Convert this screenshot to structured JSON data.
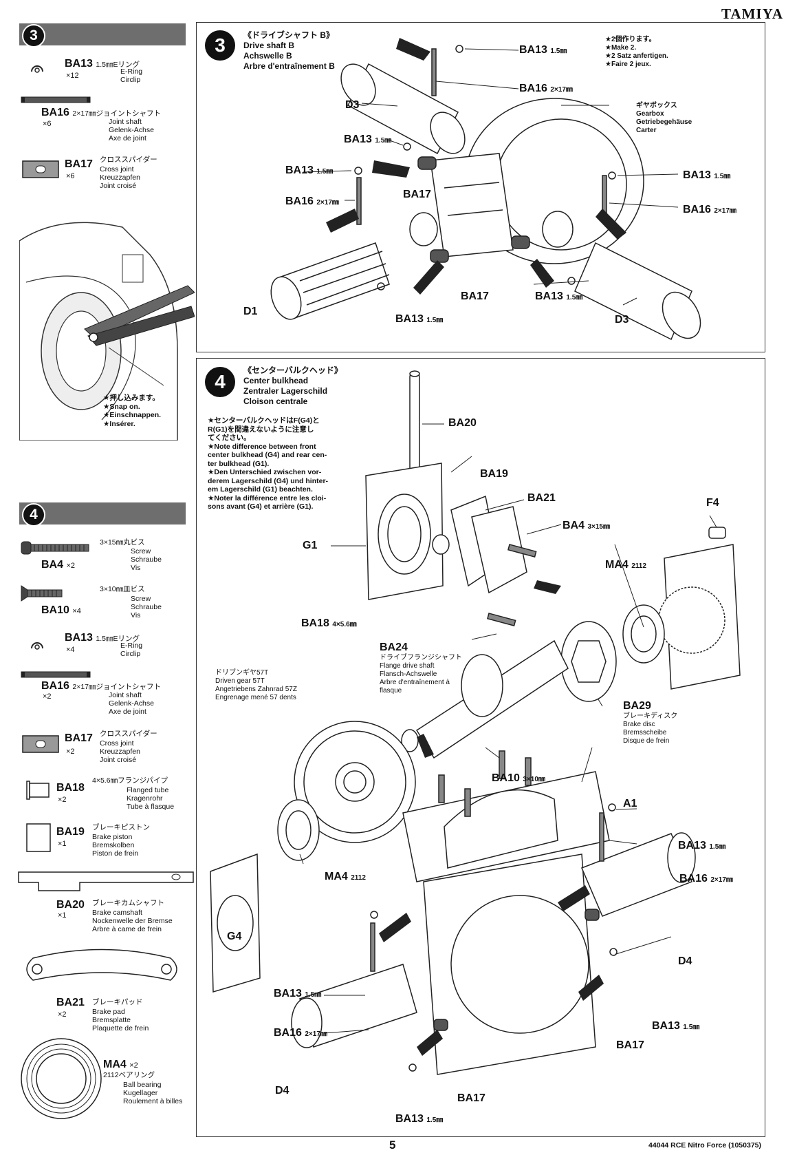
{
  "brand": "TAMIYA",
  "sidebar": {
    "step3": {
      "num": "3",
      "parts": [
        {
          "code": "BA13",
          "qty": "×12",
          "spec": "1.5㎜Eリング",
          "desc": [
            "E-Ring",
            "Circlip"
          ]
        },
        {
          "code": "BA16",
          "qty": "×6",
          "spec": "2×17㎜ジョイントシャフト",
          "desc": [
            "Joint shaft",
            "Gelenk-Achse",
            "Axe de joint"
          ]
        },
        {
          "code": "BA17",
          "qty": "×6",
          "spec": "クロススパイダー",
          "desc": [
            "Cross joint",
            "Kreuzzapfen",
            "Joint croisé"
          ]
        }
      ],
      "snap_note": [
        "★押し込みます。",
        "★Snap on.",
        "★Einschnappen.",
        "★Insérer."
      ]
    },
    "step4": {
      "num": "4",
      "parts": [
        {
          "code": "BA4",
          "qty": "×2",
          "spec": "3×15㎜丸ビス",
          "desc": [
            "Screw",
            "Schraube",
            "Vis"
          ]
        },
        {
          "code": "BA10",
          "qty": "×4",
          "spec": "3×10㎜皿ビス",
          "desc": [
            "Screw",
            "Schraube",
            "Vis"
          ]
        },
        {
          "code": "BA13",
          "qty": "×4",
          "spec": "1.5㎜Eリング",
          "desc": [
            "E-Ring",
            "Circlip"
          ]
        },
        {
          "code": "BA16",
          "qty": "×2",
          "spec": "2×17㎜ジョイントシャフト",
          "desc": [
            "Joint shaft",
            "Gelenk-Achse",
            "Axe de joint"
          ]
        },
        {
          "code": "BA17",
          "qty": "×2",
          "spec": "クロススパイダー",
          "desc": [
            "Cross joint",
            "Kreuzzapfen",
            "Joint croisé"
          ]
        },
        {
          "code": "BA18",
          "qty": "×2",
          "spec": "4×5.6㎜フランジパイプ",
          "desc": [
            "Flanged tube",
            "Kragenrohr",
            "Tube à flasque"
          ]
        },
        {
          "code": "BA19",
          "qty": "×1",
          "spec": "ブレーキピストン",
          "desc": [
            "Brake piston",
            "Bremskolben",
            "Piston de frein"
          ]
        },
        {
          "code": "BA20",
          "qty": "×1",
          "spec": "ブレーキカムシャフト",
          "desc": [
            "Brake camshaft",
            "Nockenwelle der Bremse",
            "Arbre à came de frein"
          ]
        },
        {
          "code": "BA21",
          "qty": "×2",
          "spec": "ブレーキパッド",
          "desc": [
            "Brake pad",
            "Bremsplatte",
            "Plaquette de frein"
          ]
        },
        {
          "code": "MA4",
          "qty": "×2",
          "spec": "2112ベアリング",
          "desc": [
            "Ball bearing",
            "Kugellager",
            "Roulement à billes"
          ]
        }
      ]
    }
  },
  "panel3": {
    "num": "3",
    "title": [
      "《ドライブシャフト B》",
      "Drive shaft B",
      "Achswelle B",
      "Arbre d'entraînement B"
    ],
    "make2": [
      "★2個作ります。",
      "★Make 2.",
      "★2 Satz anfertigen.",
      "★Faire 2 jeux."
    ],
    "gearbox": [
      "ギヤボックス",
      "Gearbox",
      "Getriebegehäuse",
      "Carter"
    ],
    "labels": {
      "ba13_top": "BA13",
      "ba13_top_s": "1.5㎜",
      "ba16_top": "BA16",
      "ba16_top_s": "2×17㎜",
      "d3_top": "D3",
      "ba13_mid": "BA13",
      "ba13_mid_s": "1.5㎜",
      "ba13_left": "BA13",
      "ba13_left_s": "1.5㎜",
      "ba16_left": "BA16",
      "ba16_left_s": "2×17㎜",
      "ba17_a": "BA17",
      "ba13_right": "BA13",
      "ba13_right_s": "1.5㎜",
      "ba16_right": "BA16",
      "ba16_right_s": "2×17㎜",
      "d1": "D1",
      "ba17_b": "BA17",
      "ba13_bot": "BA13",
      "ba13_bot_s": "1.5㎜",
      "ba13_br": "BA13",
      "ba13_br_s": "1.5㎜",
      "d3_bot": "D3"
    }
  },
  "panel4": {
    "num": "4",
    "title": [
      "《センターバルクヘッド》",
      "Center bulkhead",
      "Zentraler Lagerschild",
      "Cloison centrale"
    ],
    "notes": [
      "★センターバルクヘッドはF(G4)と",
      "R(G1)を間違えないように注意し",
      "てください。",
      "★Note difference between front",
      "center bulkhead (G4) and rear cen-",
      "ter bulkhead (G1).",
      "★Den Unterschied zwischen vor-",
      "derem Lagerschild (G4) und hinter-",
      "em Lagerschild (G1) beachten.",
      "★Noter la différence entre les cloi-",
      "sons avant (G4) et arrière (G1)."
    ],
    "driven_gear": [
      "ドリブンギヤ57T",
      "Driven gear 57T",
      "Angetriebens Zahnrad 57Z",
      "Engrenage mené 57 dents"
    ],
    "ba24": {
      "code": "BA24",
      "desc": [
        "ドライブフランジシャフト",
        "Flange drive shaft",
        "Flansch-Achswelle",
        "Arbre d'entraînement à",
        "flasque"
      ]
    },
    "ba29": {
      "code": "BA29",
      "desc": [
        "ブレーキディスク",
        "Brake disc",
        "Bremsscheibe",
        "Disque de frein"
      ]
    },
    "labels": {
      "ba20": "BA20",
      "ba19": "BA19",
      "ba21": "BA21",
      "ba4": "BA4",
      "ba4_s": "3×15㎜",
      "f4": "F4",
      "ma4_a": "MA4",
      "ma4_a_s": "2112",
      "g1": "G1",
      "ba18": "BA18",
      "ba18_s": "4×5.6㎜",
      "ba10": "BA10",
      "ba10_s": "3×10㎜",
      "a1": "A1",
      "ma4_b": "MA4",
      "ma4_b_s": "2112",
      "g4": "G4",
      "ba13_r": "BA13",
      "ba13_r_s": "1.5㎜",
      "ba16_r": "BA16",
      "ba16_r_s": "2×17㎜",
      "d4_r": "D4",
      "ba13_l": "BA13",
      "ba13_l_s": "1.5㎜",
      "ba16_l": "BA16",
      "ba16_l_s": "2×17㎜",
      "ba13_rb": "BA13",
      "ba13_rb_s": "1.5㎜",
      "ba17_r": "BA17",
      "d4_l": "D4",
      "ba17_b": "BA17",
      "ba13_b": "BA13",
      "ba13_b_s": "1.5㎜"
    }
  },
  "footer": {
    "page": "5",
    "ref": "44044  RCE Nitro Force (1050375)"
  }
}
